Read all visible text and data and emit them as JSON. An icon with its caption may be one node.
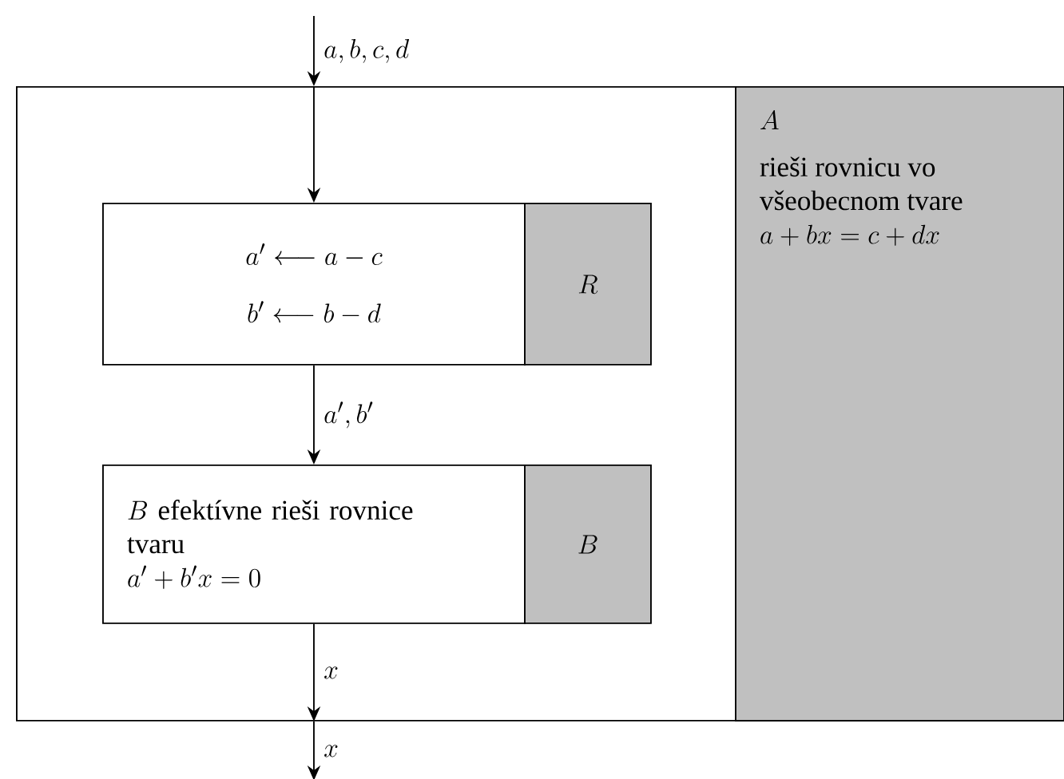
{
  "diagram": {
    "nodes": [
      {
        "text": [],
        "shape": "box"
      },
      {
        "text": [
          "A",
          "rieši rovnicu vo všeobecnom tvare",
          "a+bx=c+dx"
        ],
        "in": 0
      },
      {
        "text": [
          "a' \\longleftarrow a-c",
          "b' \\longleftarrow b-d"
        ],
        "in": 0
      },
      {
        "text": [
          "R"
        ],
        "in": 0
      },
      {
        "text": [
          "B",
          "efektívne rieši rovnice tvaru",
          "a'+b'x=0"
        ],
        "in": 0
      },
      {
        "text": [
          "B"
        ],
        "in": 0
      }
    ],
    "edges": [
      {
        "from": null,
        "to": 0,
        "arrow": "to",
        "label": "a, b, c, d"
      },
      {
        "from": 0,
        "to": 2,
        "arrow": "to"
      },
      {
        "from": 2,
        "to": 4,
        "arrow": "to",
        "label": "a', b'"
      },
      {
        "from": 4,
        "to": 0,
        "arrow": "to",
        "label": "x"
      },
      {
        "from": 0,
        "to": null,
        "arrow": "to",
        "label": "x"
      }
    ]
  }
}
